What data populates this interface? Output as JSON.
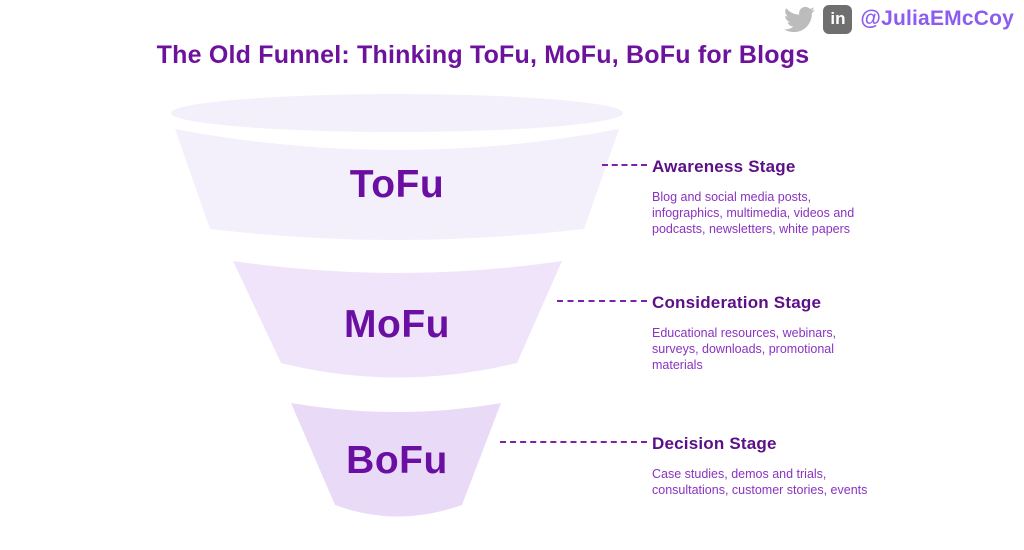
{
  "header": {
    "title": "The Old Funnel: Thinking ToFu, MoFu, BoFu for Blogs"
  },
  "social": {
    "handle": "@JuliaEMcCoy",
    "twitter_icon": "twitter-bird",
    "linkedin_icon_text": "in"
  },
  "funnel": {
    "sections": [
      {
        "label": "ToFu",
        "fill": "#f4f0fb"
      },
      {
        "label": "MoFu",
        "fill": "#f0e4fa"
      },
      {
        "label": "BoFu",
        "fill": "#e9dbf7"
      }
    ]
  },
  "stages": [
    {
      "title": "Awareness Stage",
      "lines": [
        "Blog and social media posts,",
        "infographics, multimedia, videos and",
        "podcasts, newsletters, white papers"
      ]
    },
    {
      "title": "Consideration Stage",
      "lines": [
        "Educational resources, webinars,",
        "surveys, downloads, promotional",
        "materials"
      ]
    },
    {
      "title": "Decision Stage",
      "lines": [
        "Case studies, demos and trials,",
        "consultations, customer stories, events"
      ]
    }
  ],
  "colors": {
    "title": "#6d129c",
    "funnel_label": "#6a0fa2",
    "stage_title": "#5c0f87",
    "stage_description": "#8a33c0",
    "dash": "#7d22a8",
    "handle": "#8c5cf0",
    "twitter_gray": "#bcbcbc",
    "linkedin_gray": "#6f6f6f"
  }
}
